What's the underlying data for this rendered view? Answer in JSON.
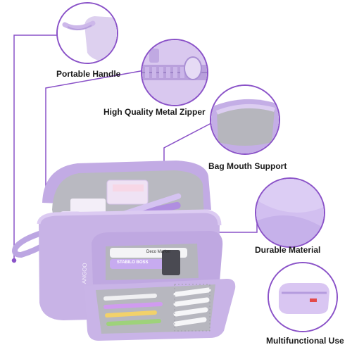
{
  "features": [
    {
      "id": "handle",
      "label": "Portable Handle"
    },
    {
      "id": "zipper",
      "label": "High Quality Metal Zipper"
    },
    {
      "id": "mouth",
      "label": "Bag Mouth Support"
    },
    {
      "id": "material",
      "label": "Durable Material"
    },
    {
      "id": "multi",
      "label": "Multifunctional Use"
    }
  ],
  "product": {
    "brand_tag": "ANGOO",
    "marker_1": "Deco Marker",
    "marker_2": "STABILO BOSS"
  },
  "colors": {
    "accent_line": "#8a52c8",
    "bag_main": "#c8b3e6",
    "bag_light": "#e3d6f3",
    "bag_dark": "#9d84c7",
    "interior": "#bdbdc4"
  }
}
